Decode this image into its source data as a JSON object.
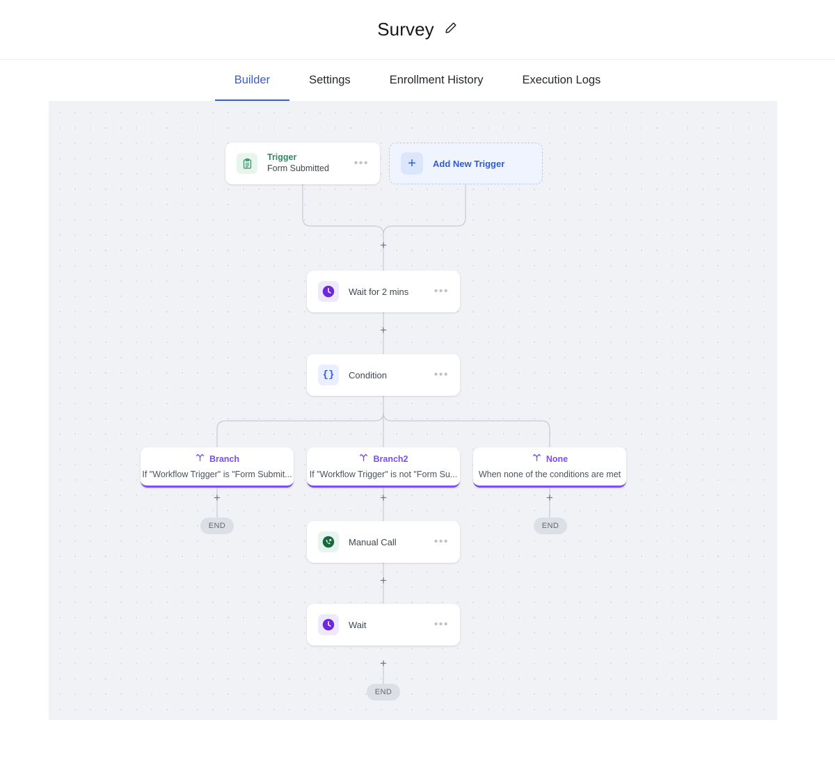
{
  "header": {
    "title": "Survey",
    "edit_icon": "pencil-icon"
  },
  "tabs": [
    {
      "label": "Builder",
      "active": true
    },
    {
      "label": "Settings",
      "active": false
    },
    {
      "label": "Enrollment History",
      "active": false
    },
    {
      "label": "Execution Logs",
      "active": false
    }
  ],
  "colors": {
    "accent_tab": "#3b5ccc",
    "branch_purple": "#7c4df0",
    "trigger_green": "#2e8b62",
    "add_trigger_blue": "#2f5bd8",
    "canvas_bg": "#f1f2f5",
    "end_pill_bg": "#dcdfe4"
  },
  "canvas": {
    "nodes": {
      "trigger": {
        "icon": "clipboard-form-icon",
        "title": "Trigger",
        "subtitle": "Form Submitted",
        "menu": "•••"
      },
      "add_trigger": {
        "icon": "plus-icon",
        "label": "Add New Trigger"
      },
      "wait_2_mins": {
        "icon": "clock-icon",
        "label": "Wait for 2 mins",
        "menu": "•••"
      },
      "condition": {
        "icon": "braces-icon",
        "label": "Condition",
        "menu": "•••"
      },
      "manual_call": {
        "icon": "phone-outbound-icon",
        "label": "Manual Call",
        "menu": "•••"
      },
      "wait": {
        "icon": "clock-icon",
        "label": "Wait",
        "menu": "•••"
      }
    },
    "branches": [
      {
        "icon": "branch-icon",
        "name": "Branch",
        "description": "If \"Workflow Trigger\" is \"Form Submit..."
      },
      {
        "icon": "branch-icon",
        "name": "Branch2",
        "description": "If \"Workflow Trigger\" is not \"Form Su..."
      },
      {
        "icon": "branch-icon",
        "name": "None",
        "description": "When none of the conditions are met"
      }
    ],
    "end_labels": [
      "END",
      "END",
      "END"
    ],
    "add_step_symbol": "+"
  }
}
